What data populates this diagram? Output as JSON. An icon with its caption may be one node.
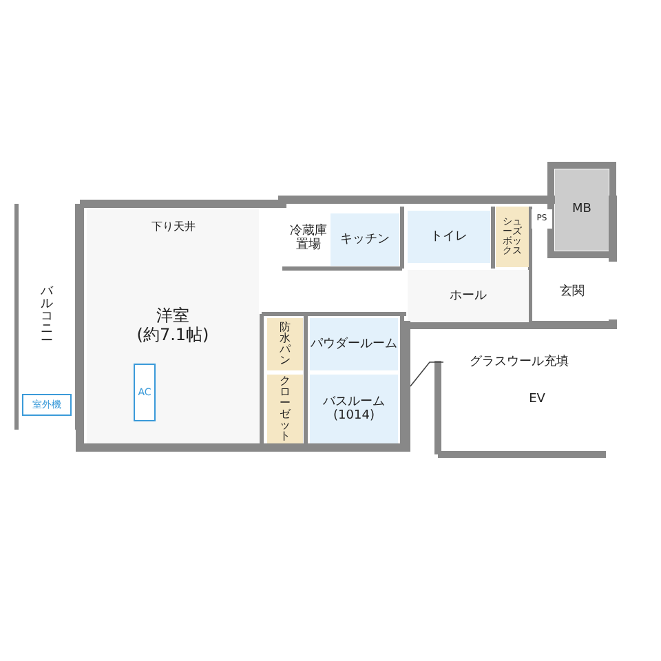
{
  "diagram": {
    "nodes": [
      {
        "text": [
          "バルコニー"
        ]
      },
      {
        "text": [
          "洋室",
          "(約7.1帖)"
        ]
      },
      {
        "text": [
          "冷蔵庫置場"
        ]
      },
      {
        "text": [
          "キッチン"
        ]
      },
      {
        "text": [
          "トイレ"
        ]
      },
      {
        "text": [
          "ホール"
        ]
      },
      {
        "text": [
          "玄関"
        ]
      },
      {
        "text": [
          "MB"
        ]
      },
      {
        "text": [
          "PS"
        ]
      },
      {
        "text": [
          "シューズボックス"
        ]
      },
      {
        "text": [
          "パウダールーム"
        ]
      },
      {
        "text": [
          "防水パン"
        ]
      },
      {
        "text": [
          "クローゼット"
        ]
      },
      {
        "text": [
          "バスルーム (1014)"
        ]
      },
      {
        "text": [
          "グラスウール充填"
        ]
      },
      {
        "text": [
          "EV"
        ]
      },
      {
        "text": [
          "AC"
        ],
        "in": 1
      },
      {
        "text": [
          "室外機"
        ],
        "in": 0
      },
      {
        "text": [],
        "shape": "bar"
      }
    ],
    "edges": [
      {
        "from": 14,
        "to": 18,
        "arrow": "none"
      }
    ],
    "labels": [
      "下り天井"
    ]
  }
}
